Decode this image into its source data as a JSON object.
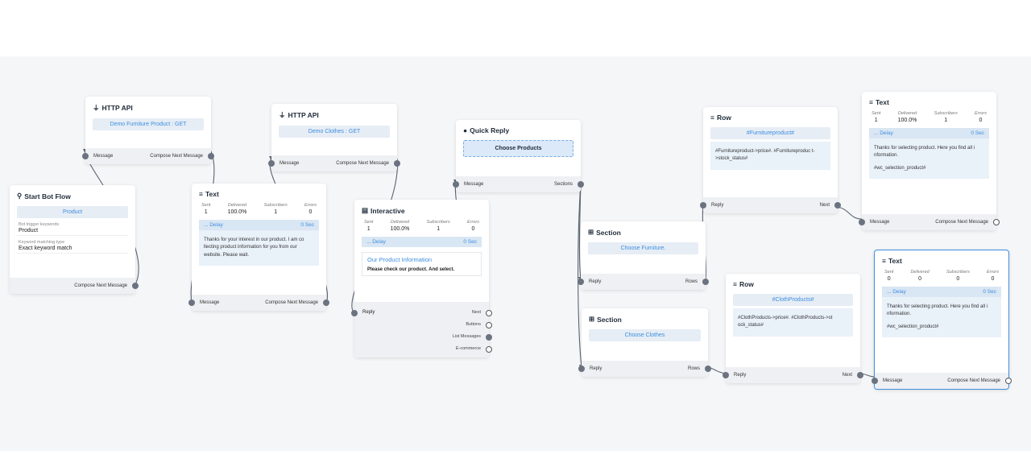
{
  "nodes": {
    "start": {
      "title": "Start Bot Flow",
      "pill": "Product",
      "kw_label": "Bot trigger keywords",
      "kw_value": "Product",
      "match_label": "Keyword matching type",
      "match_value": "Exact keyword match",
      "out": "Compose Next Message"
    },
    "api1": {
      "title": "HTTP API",
      "pill": "Demo Furniture Product : GET",
      "in": "Message",
      "out": "Compose Next Message"
    },
    "api2": {
      "title": "HTTP API",
      "pill": "Demo Clothes : GET",
      "in": "Message",
      "out": "Compose Next Message"
    },
    "text1": {
      "title": "Text",
      "sent": "1",
      "delivered": "100.0%",
      "subscribers": "1",
      "errors": "0",
      "delay": "... Delay",
      "delay_val": "0 Sec",
      "body": "Thanks for your interest in our product. I am co llecting product information for you from our website. Please wait.",
      "in": "Message",
      "out": "Compose Next Message"
    },
    "interactive": {
      "title": "Interactive",
      "sent": "1",
      "delivered": "100.0%",
      "subscribers": "1",
      "errors": "0",
      "delay": "... Delay",
      "delay_val": "0 Sec",
      "heading": "Our Product Information",
      "body": "Please check our product. And select.",
      "in": "Reply",
      "outs": [
        "Next",
        "Buttons",
        "List Messages",
        "E-commerce"
      ]
    },
    "quick": {
      "title": "Quick Reply",
      "pill": "Choose Products",
      "in": "Message",
      "out": "Sections"
    },
    "section1": {
      "title": "Section",
      "pill": "Choose Furniture.",
      "in": "Reply",
      "out": "Rows"
    },
    "section2": {
      "title": "Section",
      "pill": "Choose Clothes",
      "in": "Reply",
      "out": "Rows"
    },
    "row1": {
      "title": "Row",
      "pill": "#Furnitureproduct#",
      "body": "#Furnitureproduct->price#. #Furnitureproduc t->stock_status#",
      "in": "Reply",
      "out": "Next"
    },
    "row2": {
      "title": "Row",
      "pill": "#ClothProducts#",
      "body": "#ClothProducts->price#. #ClothProducts->st ock_status#",
      "in": "Reply",
      "out": "Next"
    },
    "text2": {
      "title": "Text",
      "sent": "1",
      "delivered": "100.0%",
      "subscribers": "1",
      "errors": "0",
      "delay": "... Delay",
      "delay_val": "0 Sec",
      "body": "Thanks for selecting product. Here you find all i nformation.",
      "tag": "#wc_selection_product#",
      "in": "Message",
      "out": "Compose Next Message"
    },
    "text3": {
      "title": "Text",
      "sent": "0",
      "delivered": "0",
      "subscribers": "0",
      "errors": "0",
      "delay": "... Delay",
      "delay_val": "0 Sec",
      "body": "Thanks for selecting product. Here you find all i nformation.",
      "tag": "#wc_selection_product#",
      "in": "Message",
      "out": "Compose Next Message"
    }
  },
  "stat_labels": {
    "sent": "Sent",
    "delivered": "Delivered",
    "subscribers": "Subscribers",
    "errors": "Errors"
  },
  "colors": {
    "accent": "#3d8ee0",
    "edge": "#5b6472",
    "canvas": "#f5f6f8"
  }
}
